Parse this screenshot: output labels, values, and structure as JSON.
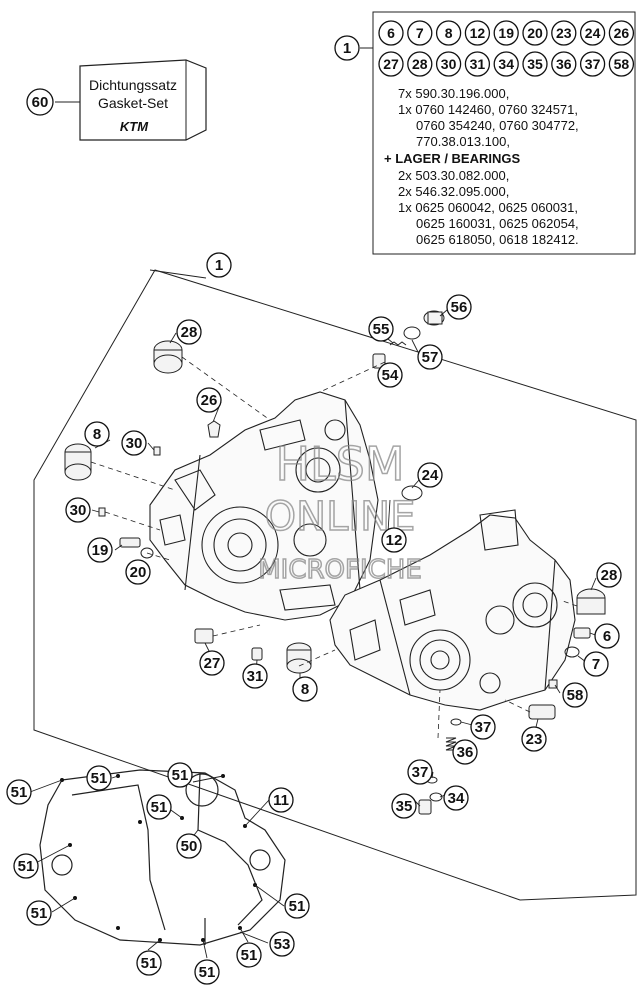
{
  "kit_box": {
    "line1": "Dichtungssatz",
    "line2": "Gasket-Set",
    "brand": "KTM",
    "callout": "60"
  },
  "info_box": {
    "callout": "1",
    "parts_row1": [
      "6",
      "7",
      "8",
      "12",
      "19",
      "20",
      "23",
      "24",
      "26"
    ],
    "parts_row2": [
      "27",
      "28",
      "30",
      "31",
      "34",
      "35",
      "36",
      "37",
      "58"
    ],
    "text_lines": [
      "7x 590.30.196.000,",
      "1x 0760 142460, 0760 324571,",
      "0760 354240, 0760 304772,",
      "770.38.013.100,",
      "+ LAGER / BEARINGS",
      "2x 503.30.082.000,",
      "2x 546.32.095.000,",
      "1x 0625 060042, 0625 060031,",
      "0625 160031, 0625 062054,",
      "0625 618050, 0618 182412."
    ]
  },
  "watermark": {
    "line1": "HLSM",
    "line2": "ONLINE",
    "line3": "MICROFICHE"
  },
  "callouts": [
    {
      "id": "c1",
      "label": "1"
    },
    {
      "id": "c28a",
      "label": "28"
    },
    {
      "id": "c55",
      "label": "55"
    },
    {
      "id": "c56",
      "label": "56"
    },
    {
      "id": "c57",
      "label": "57"
    },
    {
      "id": "c54",
      "label": "54"
    },
    {
      "id": "c26",
      "label": "26"
    },
    {
      "id": "c8a",
      "label": "8"
    },
    {
      "id": "c30a",
      "label": "30"
    },
    {
      "id": "c24",
      "label": "24"
    },
    {
      "id": "c30b",
      "label": "30"
    },
    {
      "id": "c12",
      "label": "12"
    },
    {
      "id": "c19",
      "label": "19"
    },
    {
      "id": "c20",
      "label": "20"
    },
    {
      "id": "c28b",
      "label": "28"
    },
    {
      "id": "c6",
      "label": "6"
    },
    {
      "id": "c7",
      "label": "7"
    },
    {
      "id": "c27",
      "label": "27"
    },
    {
      "id": "c31",
      "label": "31"
    },
    {
      "id": "c8b",
      "label": "8"
    },
    {
      "id": "c58",
      "label": "58"
    },
    {
      "id": "c37a",
      "label": "37"
    },
    {
      "id": "c23",
      "label": "23"
    },
    {
      "id": "c36",
      "label": "36"
    },
    {
      "id": "c37b",
      "label": "37"
    },
    {
      "id": "c34",
      "label": "34"
    },
    {
      "id": "c35",
      "label": "35"
    },
    {
      "id": "c51a",
      "label": "51"
    },
    {
      "id": "c51b",
      "label": "51"
    },
    {
      "id": "c51c",
      "label": "51"
    },
    {
      "id": "c51d",
      "label": "51"
    },
    {
      "id": "c11",
      "label": "11"
    },
    {
      "id": "c50",
      "label": "50"
    },
    {
      "id": "c51e",
      "label": "51"
    },
    {
      "id": "c51f",
      "label": "51"
    },
    {
      "id": "c51g",
      "label": "51"
    },
    {
      "id": "c53",
      "label": "53"
    },
    {
      "id": "c51h",
      "label": "51"
    },
    {
      "id": "c51i",
      "label": "51"
    },
    {
      "id": "c51j",
      "label": "51"
    }
  ]
}
